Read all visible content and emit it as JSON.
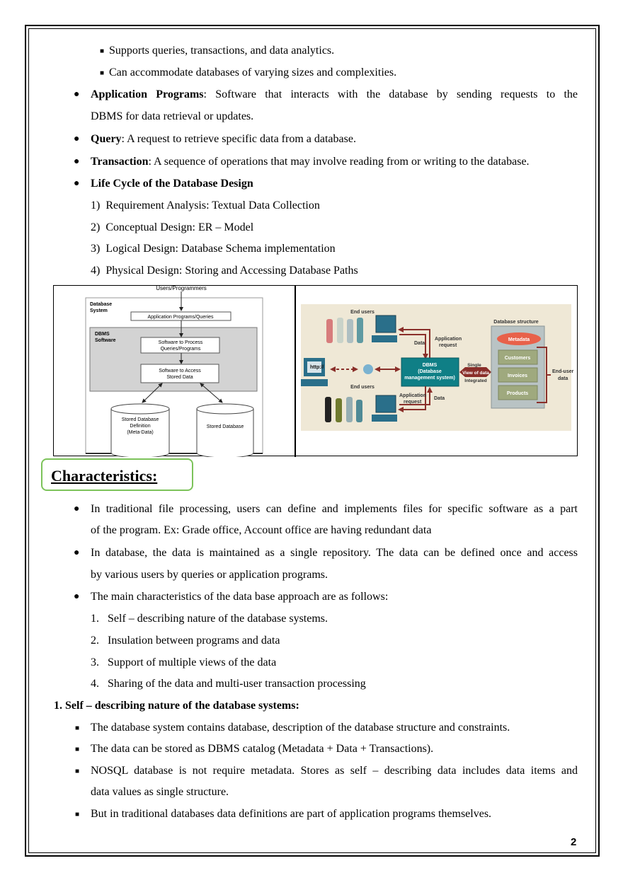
{
  "top_subbullets": [
    "Supports queries, transactions, and data analytics.",
    "Can accommodate databases of varying sizes and complexities."
  ],
  "definitions": [
    {
      "term": "Application Programs",
      "text_line1": ": Software that interacts with the database by sending requests to the",
      "text_line2": "DBMS for data retrieval or updates."
    },
    {
      "term": "Query",
      "text": ": A request to retrieve specific data from a database."
    },
    {
      "term": "Transaction",
      "text": ": A sequence of operations that may involve reading from or writing to the database."
    },
    {
      "term": "Life Cycle of the Database Design"
    }
  ],
  "life_cycle": [
    {
      "num": "1)",
      "text": "Requirement Analysis: Textual Data Collection"
    },
    {
      "num": "2)",
      "text": "Conceptual Design: ER – Model"
    },
    {
      "num": "3)",
      "text": "Logical Design: Database Schema implementation"
    },
    {
      "num": "4)",
      "text": "Physical Design: Storing and Accessing Database Paths"
    }
  ],
  "figure_left": {
    "users": "Users/Programmers",
    "system_label_1": "Database",
    "system_label_2": "System",
    "app_box": "Application Programs/Queries",
    "dbms_label_1": "DBMS",
    "dbms_label_2": "Software",
    "process_1": "Software to Process",
    "process_2": "Queries/Programs",
    "access_1": "Software to Access",
    "access_2": "Stored Data",
    "meta_1": "Stored Database",
    "meta_2": "Definition",
    "meta_3": "(Meta-Data)",
    "stored_db": "Stored Database"
  },
  "figure_right": {
    "end_users_top": "End users",
    "end_users_mid": "End users",
    "data_top": "Data",
    "app_request_top_1": "Application",
    "app_request_top_2": "request",
    "http": "http://",
    "dbms_1": "DBMS",
    "dbms_2": "(Database",
    "dbms_3": "management system)",
    "single": "Single",
    "view": "View of data",
    "integrated": "Integrated",
    "app_request_bot_1": "Application",
    "app_request_bot_2": "request",
    "data_bot": "Data",
    "structure_title": "Database structure",
    "metadata": "Metadata",
    "customers": "Customers",
    "invoices": "Invoices",
    "products": "Products",
    "end_user_data_1": "End-user",
    "end_user_data_2": "data"
  },
  "characteristics_title": "Characteristics:",
  "char_bullets": [
    {
      "l1": "In traditional file processing, users can define and implements files for specific software as a part",
      "l2": "of the program. Ex: Grade office, Account office are having redundant data"
    },
    {
      "l1": "In database, the data is maintained as a single repository. The data can be defined once and access",
      "l2": "by various users by queries or application programs."
    },
    {
      "l1": "The main characteristics of the data base approach are as follows:"
    }
  ],
  "char_list": [
    {
      "num": "1.",
      "text": "Self – describing nature of the database systems."
    },
    {
      "num": "2.",
      "text": "Insulation between programs and data"
    },
    {
      "num": "3.",
      "text": "Support of multiple views of the data"
    },
    {
      "num": "4.",
      "text": "Sharing of the data and multi-user transaction processing"
    }
  ],
  "section_heading": "1. Self – describing nature of the database systems:",
  "section_bullets": [
    {
      "l1": "The database system contains database, description of the database structure and constraints."
    },
    {
      "l1": "The data can be stored as DBMS catalog (Metadata + Data + Transactions)."
    },
    {
      "l1": "NOSQL database is not require metadata. Stores as self – describing data includes data items and",
      "l2": "data values as single structure."
    },
    {
      "l1": "But in traditional databases data definitions are part of application programs themselves."
    }
  ],
  "page_number": "2",
  "colors": {
    "accent_green": "#7cc35a",
    "dbms_teal": "#0f7f86",
    "arrow_red": "#8a2f2a",
    "metadata_orange": "#e8614a",
    "panel_beige": "#efe8d6"
  }
}
